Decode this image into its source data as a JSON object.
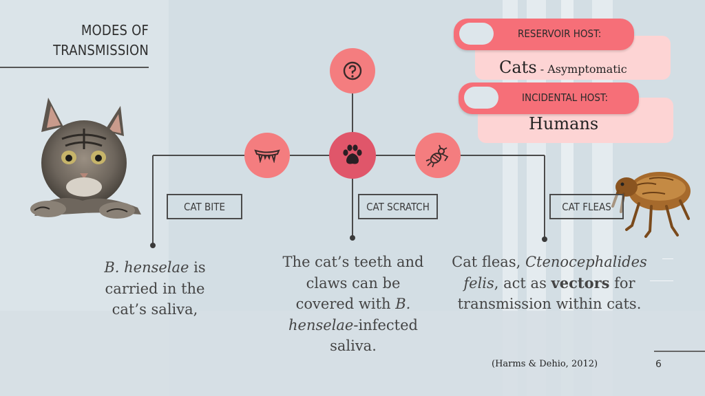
{
  "slide": {
    "title_line1": "MODES OF",
    "title_line2": "TRANSMISSION",
    "page_number": "6",
    "citation": "(Harms & Dehio, 2012)"
  },
  "hosts": {
    "reservoir_label": "RESERVOIR HOST:",
    "reservoir_value": "Cats",
    "reservoir_note": "- Asymptomatic",
    "incidental_label": "INCIDENTAL HOST:",
    "incidental_value": "Humans"
  },
  "modes": [
    {
      "label": "CAT BITE",
      "icon": "fangs-icon",
      "desc_italic": "B. henselae",
      "desc_rest": " is carried in the cat’s saliva,"
    },
    {
      "label": "CAT SCRATCH",
      "icon": "paw-icon",
      "desc_pre": "The cat’s teeth and claws can be covered with ",
      "desc_italic": "B. henselae",
      "desc_post": "-infected saliva."
    },
    {
      "label": "CAT FLEAS",
      "icon": "flea-icon",
      "desc_pre": "Cat fleas, ",
      "desc_italic": "Ctenocephalides felis",
      "desc_mid": ", act as ",
      "desc_bold": "vectors",
      "desc_post": " for transmission within cats."
    }
  ],
  "icons": {
    "top": "question-icon"
  },
  "colors": {
    "accent": "#f47d7f",
    "accent_dark": "#e0566a",
    "pill": "#f66f78",
    "card": "#fdd4d4"
  }
}
